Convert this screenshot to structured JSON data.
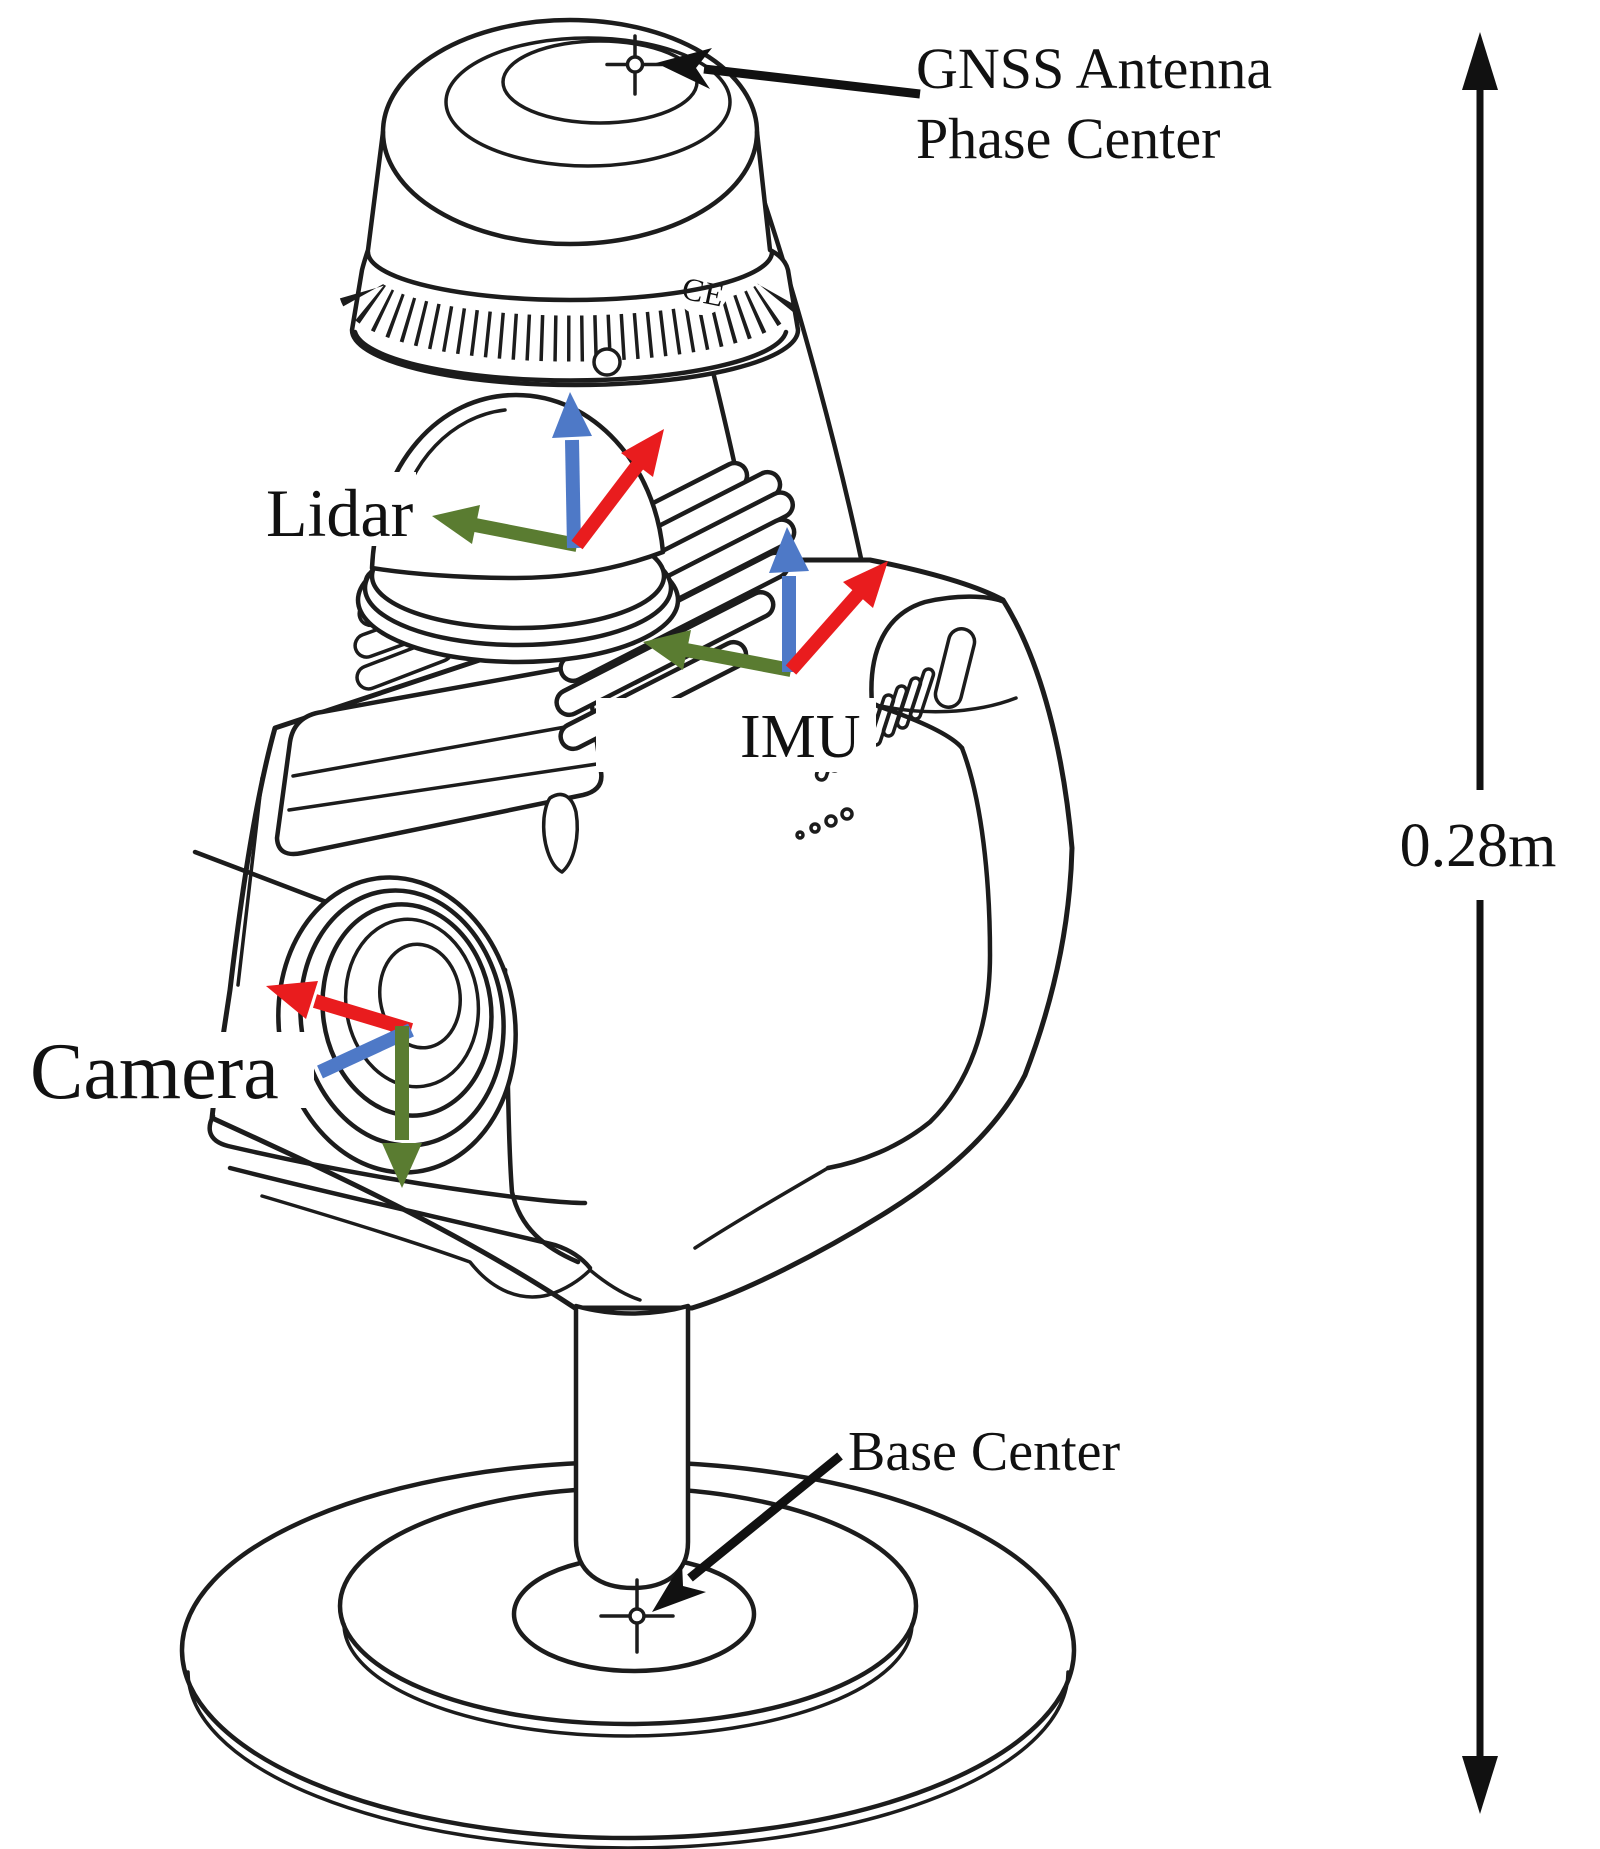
{
  "figure": {
    "description": "Annotated line drawing of a handheld surveying sensor rig with GNSS antenna, lidar dome, IMU, camera, pole and circular base plate",
    "background_color": "#ffffff",
    "line_color": "#1c1c1c",
    "labels": {
      "gnss_line1": "GNSS Antenna",
      "gnss_line2": "Phase Center",
      "lidar": "Lidar",
      "imu": "IMU",
      "camera": "Camera",
      "base_center": "Base Center",
      "ce_mark": "CE"
    },
    "dimension": {
      "value": "0.28m",
      "side": "right",
      "style": "vertical double-headed arrow"
    },
    "axis_colors": {
      "red_axis": "#e91c1e",
      "green_axis": "#5a7c31",
      "blue_axis": "#4e79c7"
    },
    "sensor_frames": [
      {
        "name": "Lidar",
        "axes": [
          "red up-right",
          "green left",
          "blue up"
        ]
      },
      {
        "name": "IMU",
        "axes": [
          "red up-right",
          "green left",
          "blue up"
        ]
      },
      {
        "name": "Camera",
        "axes": [
          "red up-left",
          "blue down-left",
          "green down"
        ]
      }
    ],
    "markers": [
      {
        "name": "GNSS Antenna Phase Center",
        "symbol": "crosshair",
        "location": "top of antenna"
      },
      {
        "name": "Base Center",
        "symbol": "crosshair",
        "location": "center of base plate"
      }
    ]
  }
}
